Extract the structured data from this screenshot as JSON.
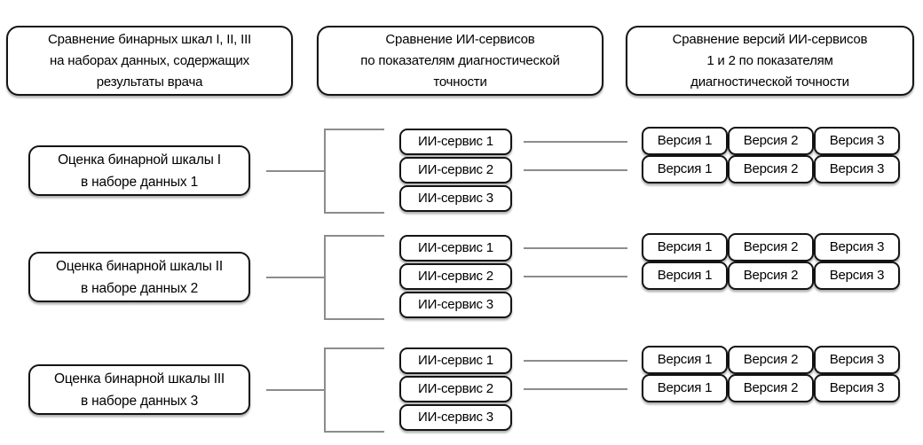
{
  "headers": [
    {
      "id": "binary-scales",
      "lines": [
        "Сравнение бинарных шкал I, II, III",
        "на наборах данных, содержащих",
        "результаты врача"
      ]
    },
    {
      "id": "ai-services",
      "lines": [
        "Сравнение ИИ-сервисов",
        "по показателям диагностической",
        "точности"
      ]
    },
    {
      "id": "ai-service-versions",
      "lines": [
        "Сравнение версий ИИ-сервисов",
        "1 и 2 по показателям",
        "диагностической точности"
      ]
    }
  ],
  "groups": [
    {
      "scale": {
        "lines": [
          "Оценка бинарной шкалы I",
          "в наборе данных 1"
        ]
      },
      "services": [
        "ИИ-сервис 1",
        "ИИ-сервис 2",
        "ИИ-сервис 3"
      ],
      "versions": [
        [
          "Версия 1",
          "Версия 2",
          "Версия 3"
        ],
        [
          "Версия 1",
          "Версия 2",
          "Версия 3"
        ]
      ]
    },
    {
      "scale": {
        "lines": [
          "Оценка бинарной шкалы II",
          "в наборе данных 2"
        ]
      },
      "services": [
        "ИИ-сервис 1",
        "ИИ-сервис 2",
        "ИИ-сервис 3"
      ],
      "versions": [
        [
          "Версия 1",
          "Версия 2",
          "Версия 3"
        ],
        [
          "Версия 1",
          "Версия 2",
          "Версия 3"
        ]
      ]
    },
    {
      "scale": {
        "lines": [
          "Оценка бинарной шкалы III",
          "в наборе данных 3"
        ]
      },
      "services": [
        "ИИ-сервис 1",
        "ИИ-сервис 2",
        "ИИ-сервис 3"
      ],
      "versions": [
        [
          "Версия 1",
          "Версия 2",
          "Версия 3"
        ],
        [
          "Версия 1",
          "Версия 2",
          "Версия 3"
        ]
      ]
    }
  ],
  "colors": {
    "box_border": "#141414",
    "box_fill": "#ffffff",
    "connector_line": "#8c8c8c",
    "text": "#000000",
    "background": "#ffffff"
  }
}
